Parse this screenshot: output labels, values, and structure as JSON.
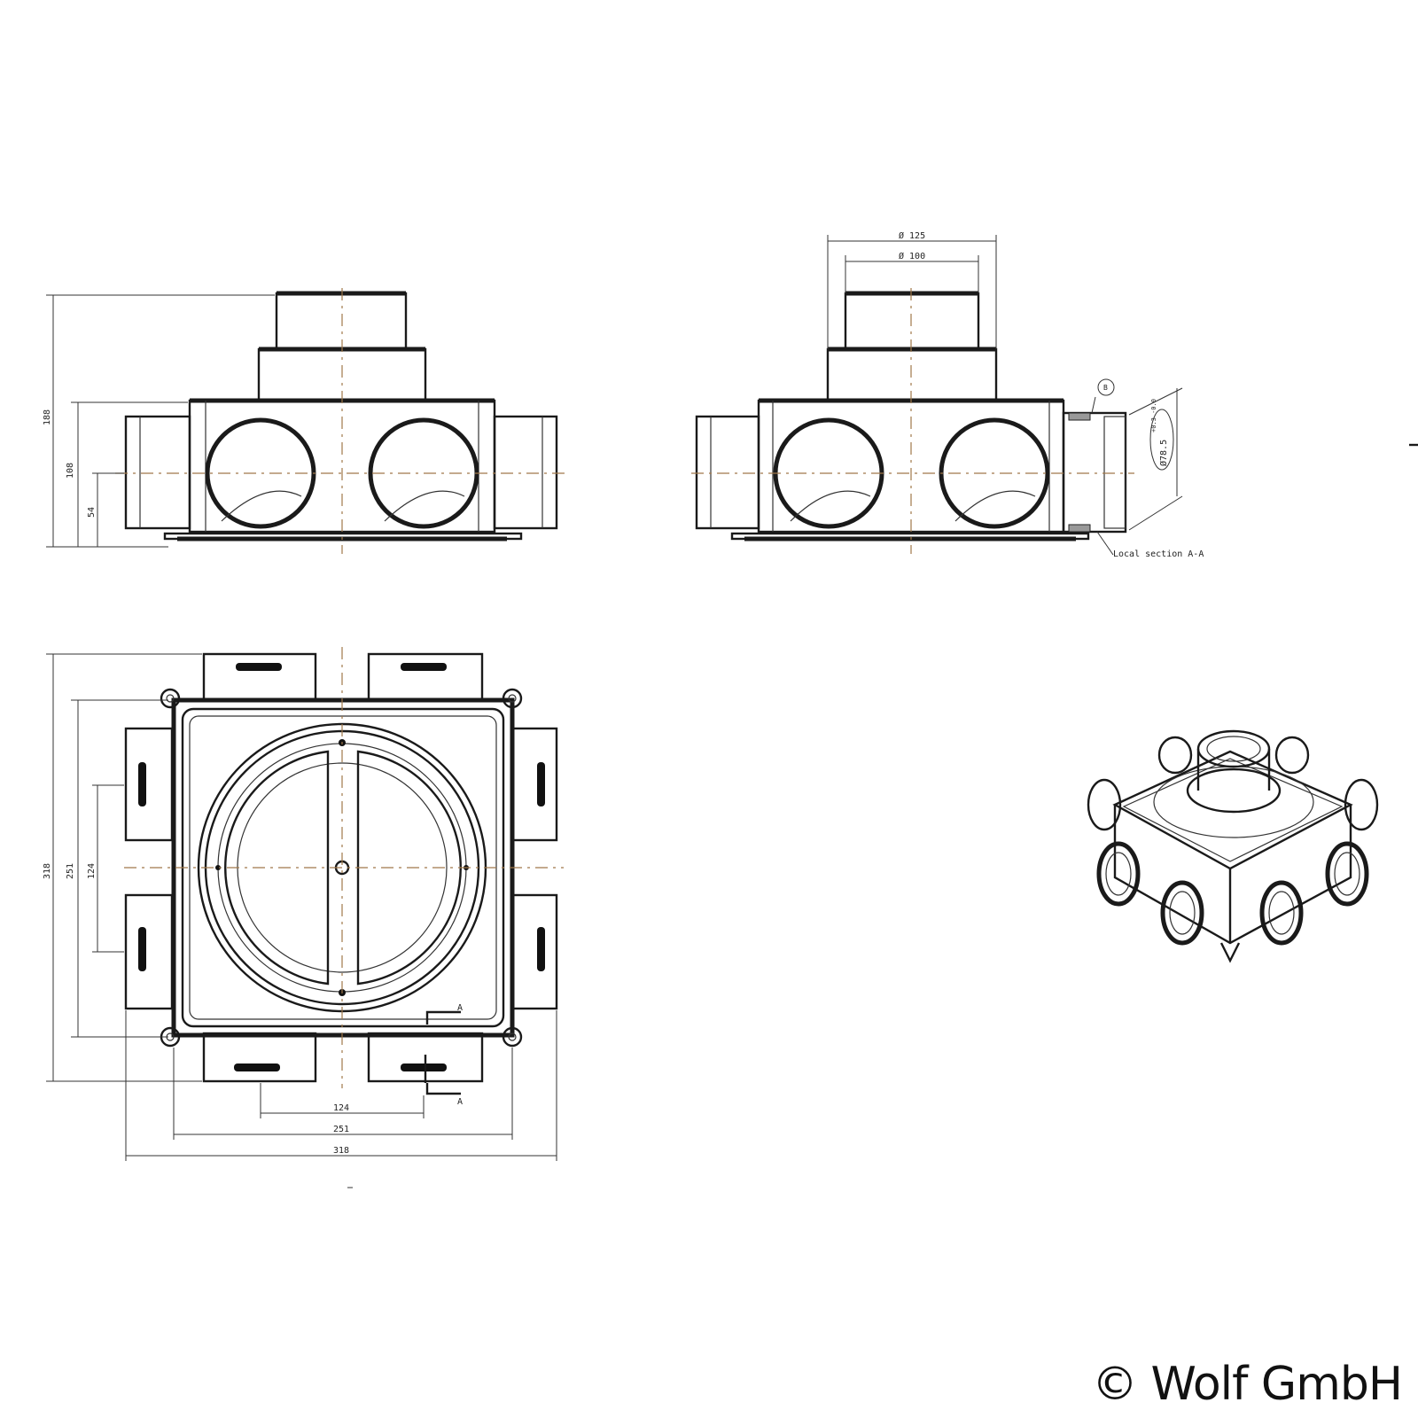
{
  "front_view": {
    "dims": {
      "height_total": "188",
      "height_mid": "108",
      "height_axis": "54"
    }
  },
  "side_view": {
    "dims": {
      "dia_outer": "Ø 125",
      "dia_inner": "Ø 100",
      "dia_spigot": "Ø78.5",
      "spigot_tol": "+0.3 -0.0"
    },
    "detail_label": "B",
    "section_label": "Local section A-A"
  },
  "top_view": {
    "dims": {
      "height_total": "318",
      "height_mid": "251",
      "height_inner": "124",
      "width_inner": "124",
      "width_mid": "251",
      "width_total": "318"
    },
    "section_mark": "A"
  },
  "copyright": "© Wolf GmbH"
}
